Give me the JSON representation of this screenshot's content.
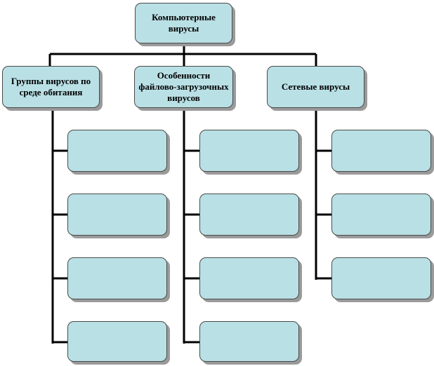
{
  "diagram": {
    "root": {
      "label": "Компьютерные вирусы"
    },
    "branches": [
      {
        "label": "Группы вирусов по среде обитания",
        "child_count": 4
      },
      {
        "label": "Особенности файлово-загрузочных вирусов",
        "child_count": 4
      },
      {
        "label": "Сетевые вирусы",
        "child_count": 3
      }
    ]
  },
  "colors": {
    "box_fill": "#b9e0e5",
    "box_border": "#4a4a4a",
    "connector": "#000000",
    "shadow": "#9a9a9a"
  }
}
